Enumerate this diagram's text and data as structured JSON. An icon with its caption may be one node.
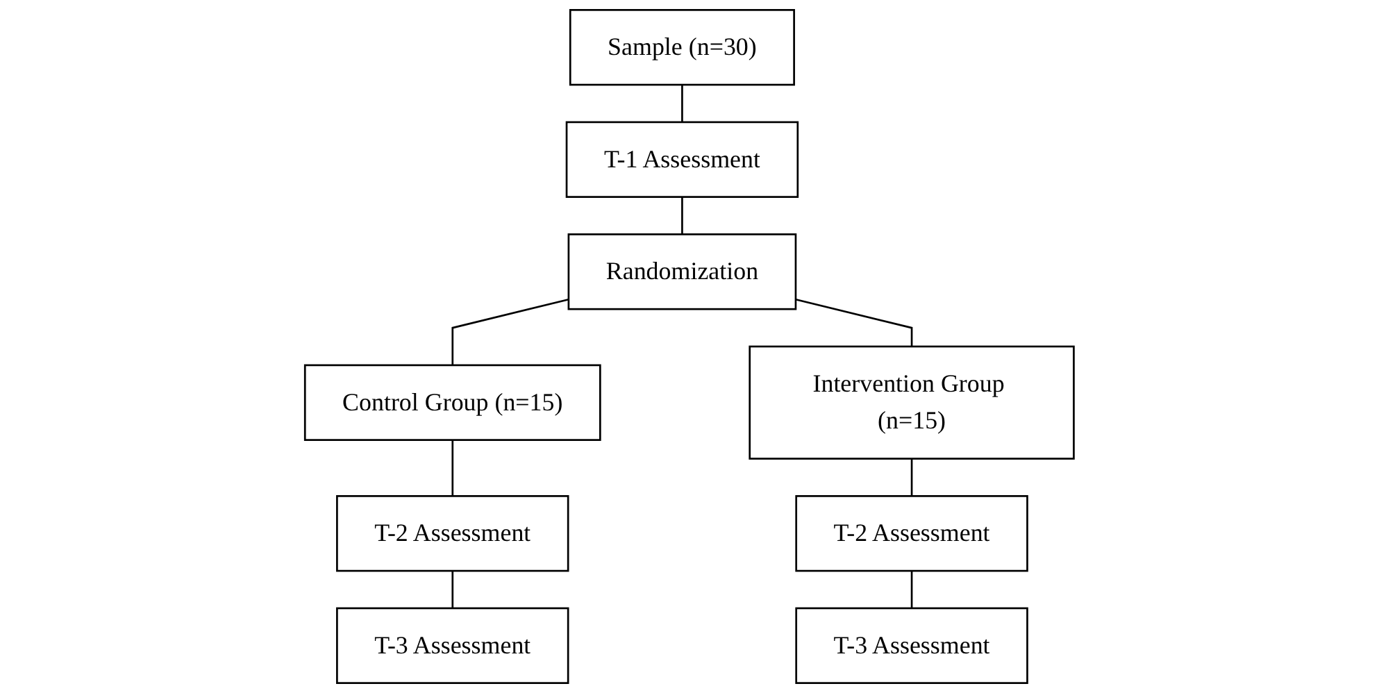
{
  "diagram": {
    "nodes": [
      {
        "text": [
          "Sample (n=30)"
        ]
      },
      {
        "text": [
          "T-1 Assessment"
        ]
      },
      {
        "text": [
          "Randomization"
        ]
      },
      {
        "text": [
          "Control Group (n=15)"
        ]
      },
      {
        "text": [
          "Intervention Group (n=15)"
        ]
      },
      {
        "text": [
          "T-2 Assessment"
        ]
      },
      {
        "text": [
          "T-3 Assessment"
        ]
      },
      {
        "text": [
          "T-2 Assessment"
        ]
      },
      {
        "text": [
          "T-3 Assessment"
        ]
      }
    ],
    "edges": [
      {
        "from": 0,
        "to": 1,
        "arrow": "none"
      },
      {
        "from": 1,
        "to": 2,
        "arrow": "none"
      },
      {
        "from": 2,
        "to": 3,
        "arrow": "none"
      },
      {
        "from": 2,
        "to": 4,
        "arrow": "none"
      },
      {
        "from": 3,
        "to": 5,
        "arrow": "none"
      },
      {
        "from": 5,
        "to": 6,
        "arrow": "none"
      },
      {
        "from": 4,
        "to": 7,
        "arrow": "none"
      },
      {
        "from": 7,
        "to": 8,
        "arrow": "none"
      }
    ]
  }
}
